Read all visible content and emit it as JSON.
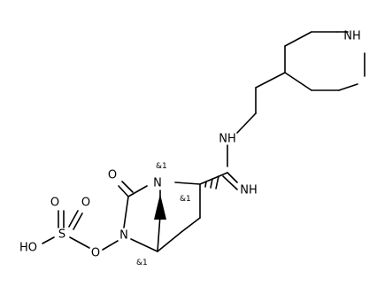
{
  "molecule": {
    "atoms": {
      "piperidine_nh": "NH",
      "amine_nh": "NH",
      "imine_nh": "NH",
      "carbonyl_o": "O",
      "bridge_n": "N",
      "ring_n": "N",
      "ester_o": "O",
      "sulfur": "S",
      "sulfonyl_o1": "O",
      "sulfonyl_o2": "O",
      "hydroxyl": "HO"
    },
    "stereo": {
      "bridge_n": "&1",
      "alpha_c": "&1",
      "bridgehead_c": "&1"
    }
  }
}
